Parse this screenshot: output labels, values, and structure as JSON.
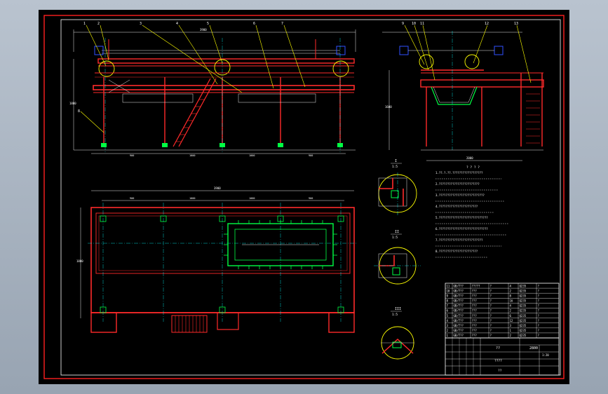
{
  "colors": {
    "background": "#000000",
    "border": "#ff2020",
    "frame": "#ffffff",
    "structure": "#ff2a2a",
    "dimension": "#e8e8e8",
    "centerline": "#00ffff",
    "leader": "#ffff00",
    "bolt": "#00ff44",
    "pipe": "#3050ff",
    "text": "#ffffff"
  },
  "notes_title": "? ? ? ?",
  "notes": [
    "1.??.?.??.??????????????????",
    "2.????????????????????????",
    "3.???????????????????????????",
    "4.???????????????????????",
    "5.?????????????????????????????",
    "6.?????????????????????????????",
    "7.??????????????????????????",
    "8.???????????????????????"
  ],
  "details": [
    {
      "label": "I",
      "scale": "1:5"
    },
    {
      "label": "II",
      "scale": "1:5"
    },
    {
      "label": "III",
      "scale": "1:5"
    }
  ],
  "title_block": {
    "title": "??",
    "drawing_no": "2800",
    "designer": "????",
    "company": "??",
    "scale": "1:20"
  },
  "bom_rows": [
    [
      "11",
      "GB/T??",
      "?????",
      "?",
      "4",
      "Q235",
      "?"
    ],
    [
      "10",
      "GB/T??",
      "???",
      "?",
      "2",
      "Q235",
      "?"
    ],
    [
      "9",
      "GB/T??",
      "???",
      "?",
      "8",
      "Q235",
      "?"
    ],
    [
      "8",
      "GB/T??",
      "???",
      "?",
      "16",
      "Q235",
      "?"
    ],
    [
      "7",
      "GB/T??",
      "???",
      "?",
      "4",
      "Q235",
      "?"
    ],
    [
      "6",
      "GB/T??",
      "???",
      "?",
      "2",
      "Q235",
      "?"
    ],
    [
      "5",
      "GB/T??",
      "???",
      "?",
      "6",
      "Q235",
      "?"
    ],
    [
      "4",
      "GB/T??",
      "???",
      "?",
      "12",
      "Q235",
      "?"
    ],
    [
      "3",
      "GB/T??",
      "???",
      "?",
      "3",
      "Q235",
      "?"
    ],
    [
      "2",
      "GB/T??",
      "???",
      "?",
      "1",
      "Q235",
      "?"
    ],
    [
      "1",
      "GB/T??",
      "???",
      "?",
      "2",
      "Q235",
      "?"
    ]
  ],
  "front_callouts": [
    "1",
    "2",
    "3",
    "4",
    "5",
    "6",
    "7",
    "8"
  ],
  "side_callouts": [
    "9",
    "10",
    "11",
    "12",
    "13"
  ],
  "dimensions": {
    "front_total": "3900",
    "front_height": "1800",
    "front_spans": [
      "900",
      "1000",
      "1000",
      "900"
    ],
    "plan_total": "3900",
    "plan_spans": [
      "900",
      "1000",
      "1000",
      "900"
    ],
    "plan_width": "1800",
    "side_width": "2000",
    "side_height": "1600"
  }
}
